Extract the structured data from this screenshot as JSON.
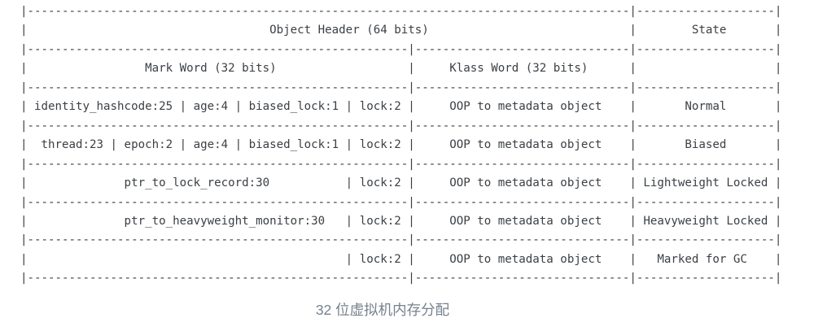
{
  "colors": {
    "background": "#ffffff",
    "text": "#3b4045",
    "caption": "#76828e"
  },
  "caption": {
    "text": "32 位虚拟机内存分配"
  },
  "table": {
    "title": "Object Header (64 bits)",
    "state_column": "State",
    "columns": [
      "Mark Word (32 bits)",
      "Klass Word (32 bits)"
    ],
    "rows": [
      {
        "mark_word": "identity_hashcode:25 | age:4 | biased_lock:1 | lock:2",
        "klass_word": "OOP to metadata object",
        "state": "Normal"
      },
      {
        "mark_word": "thread:23 | epoch:2 | age:4 | biased_lock:1 | lock:2",
        "klass_word": "OOP to metadata object",
        "state": "Biased"
      },
      {
        "mark_word": "ptr_to_lock_record:30 | lock:2",
        "klass_word": "OOP to metadata object",
        "state": "Lightweight Locked"
      },
      {
        "mark_word": "ptr_to_heavyweight_monitor:30 | lock:2",
        "klass_word": "OOP to metadata object",
        "state": "Heavyweight Locked"
      },
      {
        "mark_word": "lock:2",
        "klass_word": "OOP to metadata object",
        "state": "Marked for GC"
      }
    ]
  },
  "ascii": {
    "note": "RLE tokens {cN} expand to character c repeated N times",
    "lines": [
      "|{-87}|{-20}|",
      "|{ 35}Object Header (64 bits){ 29}|{ 8}State{ 7}|",
      "|{-55}|{-31}|{-20}|",
      "|{ 17}Mark Word (32 bits){ 19}|{ 5}Klass Word (32 bits){ 6}|{ 20}|",
      "|{-55}|{-31}|{-20}|",
      "| identity_hashcode:25 | age:4 | biased_lock:1 | lock:2 |{ 5}OOP to metadata object{ 4}|{ 7}Normal{ 7}|",
      "|{-55}|{-31}|{-20}|",
      "|  thread:23 | epoch:2 | age:4 | biased_lock:1 | lock:2 |{ 5}OOP to metadata object{ 4}|{ 7}Biased{ 7}|",
      "|{-55}|{-31}|{-20}|",
      "|{ 14}ptr_to_lock_record:30{ 11}| lock:2 |{ 5}OOP to metadata object{ 4}| Lightweight Locked |",
      "|{-55}|{-31}|{-20}|",
      "|{ 14}ptr_to_heavyweight_monitor:30{ 3}| lock:2 |{ 5}OOP to metadata object{ 4}| Heavyweight Locked |",
      "|{-55}|{-31}|{-20}|",
      "|{ 46}| lock:2 |{ 5}OOP to metadata object{ 4}|{ 3}Marked for GC{ 4}|",
      "|{-55}|{-31}|{-20}|"
    ]
  }
}
